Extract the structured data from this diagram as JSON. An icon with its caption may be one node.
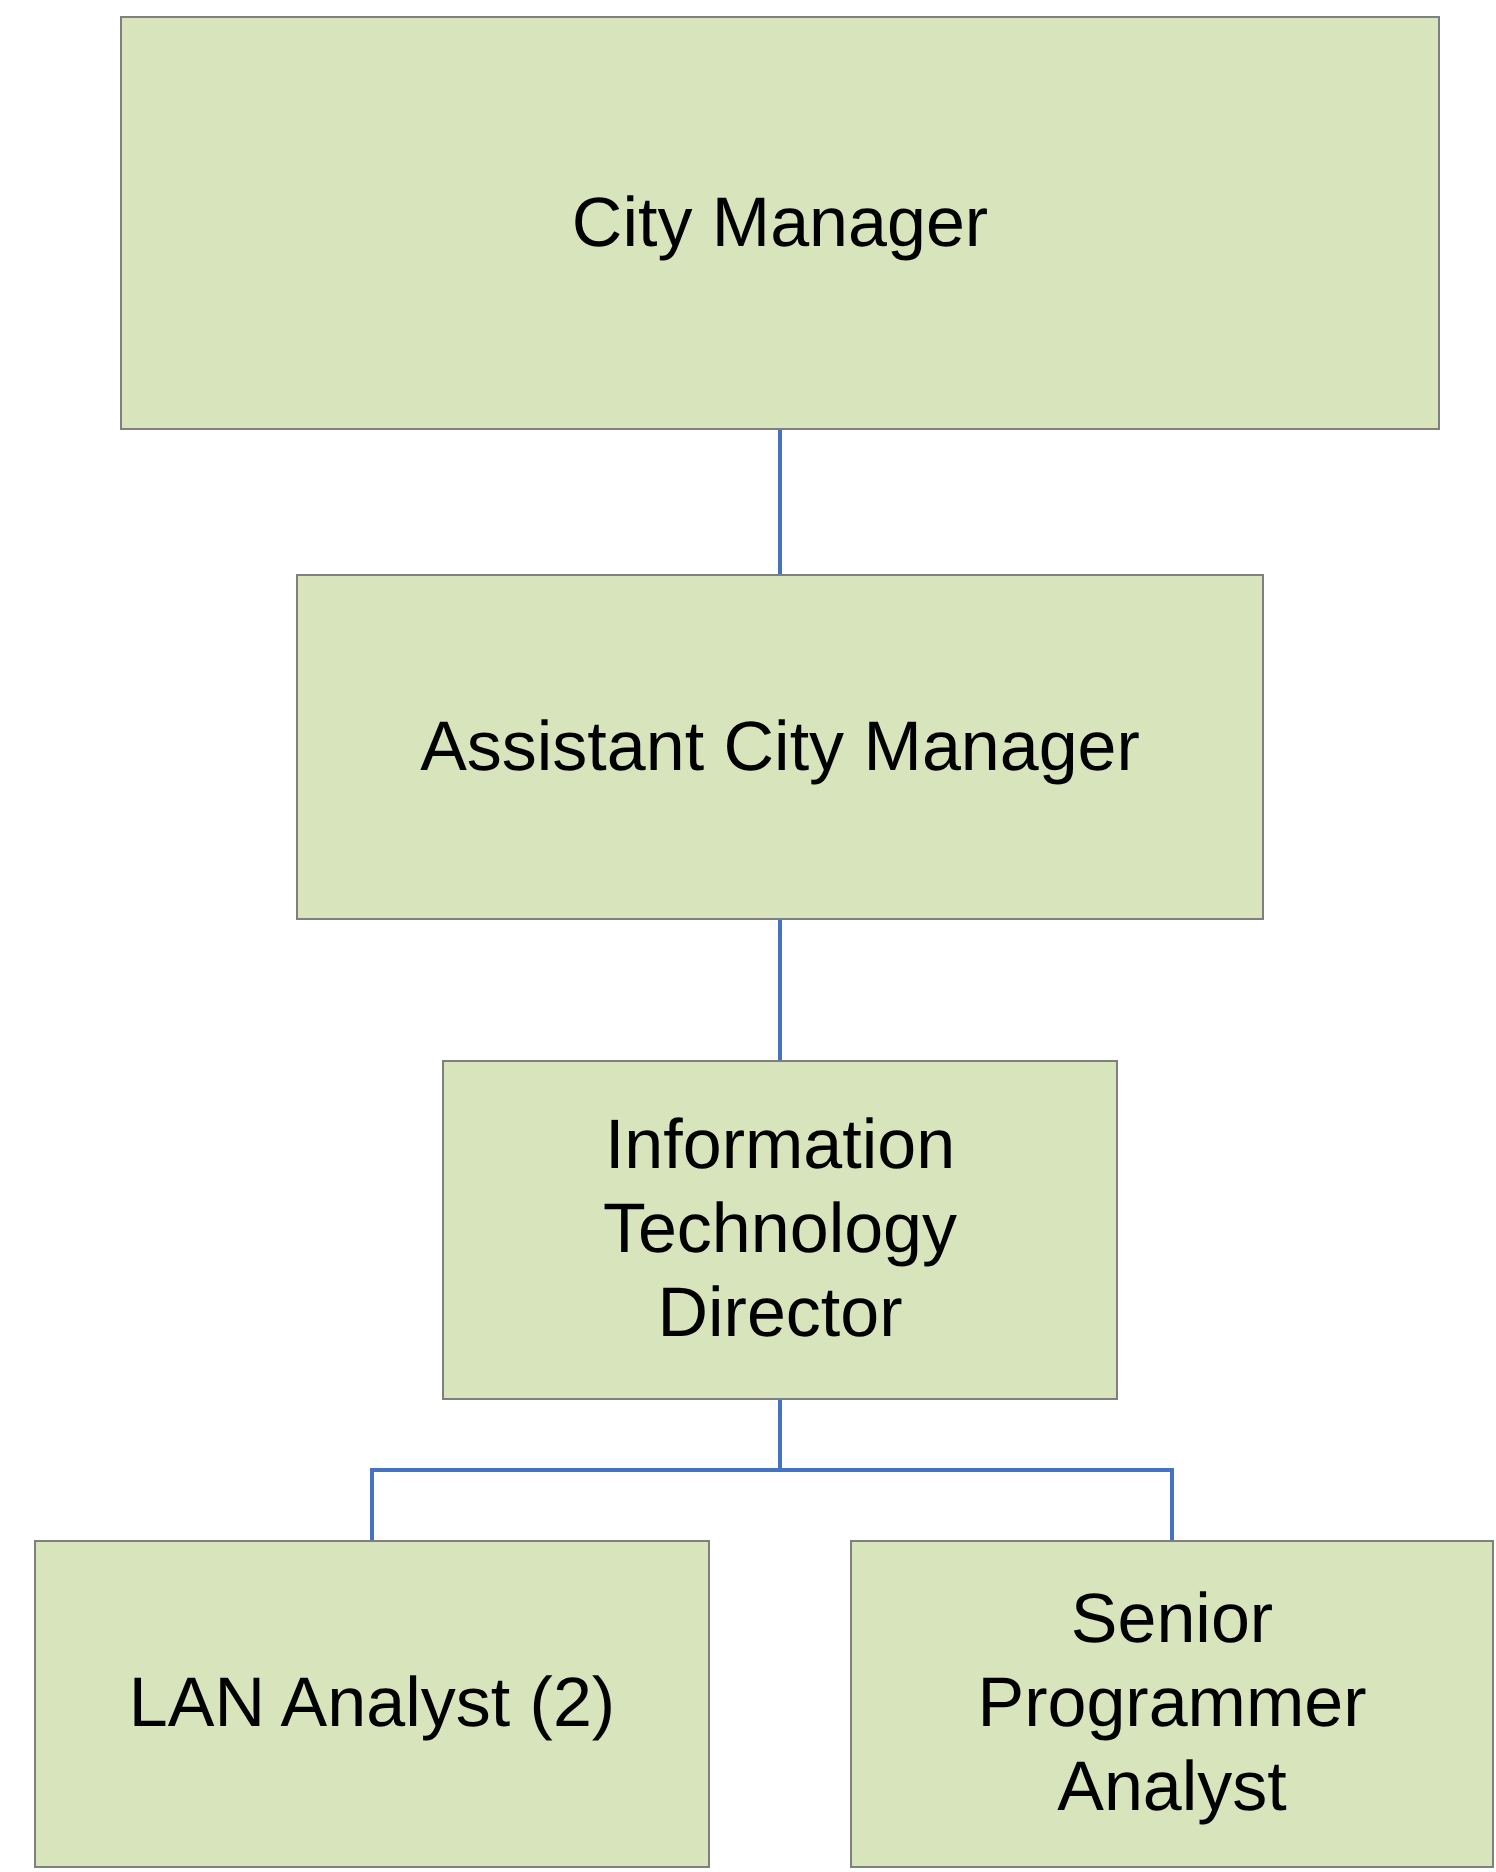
{
  "diagram": {
    "nodes": [
      {
        "text": [
          "City Manager"
        ]
      },
      {
        "text": [
          "Assistant City Manager"
        ]
      },
      {
        "text": [
          "Information Technology Director"
        ]
      },
      {
        "text": [
          "LAN Analyst (2)"
        ]
      },
      {
        "text": [
          "Senior Programmer Analyst"
        ]
      }
    ],
    "edges": [
      {
        "from": 0,
        "to": 1,
        "arrow": "none"
      },
      {
        "from": 1,
        "to": 2,
        "arrow": "none"
      },
      {
        "from": 2,
        "to": 3,
        "arrow": "none"
      },
      {
        "from": 2,
        "to": 4,
        "arrow": "none"
      }
    ]
  }
}
